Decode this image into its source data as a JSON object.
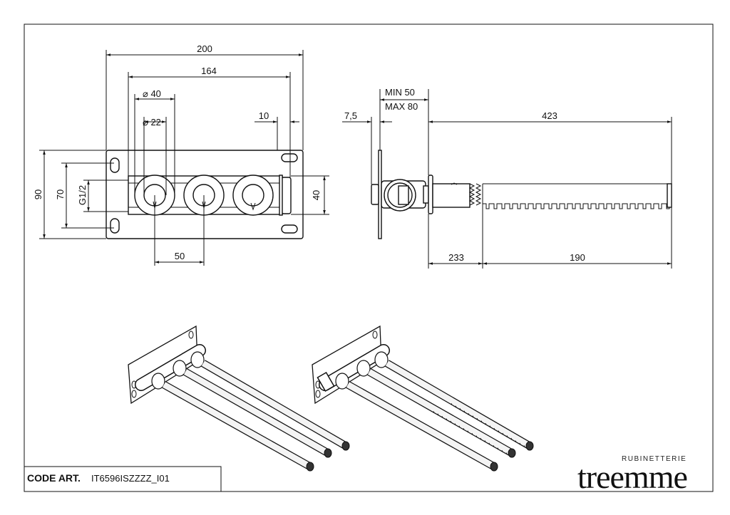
{
  "front_view": {
    "dims": {
      "overall_width": "200",
      "body_width": "164",
      "outer_diameter": "⌀ 40",
      "inner_diameter": "⌀ 22",
      "cap_offset": "10",
      "plate_height": "90",
      "slot_spacing": "70",
      "thread": "G1/2",
      "body_height": "40",
      "valve_spacing": "50"
    }
  },
  "side_view": {
    "dims": {
      "plate_thickness": "7,5",
      "depth_min": "MIN 50",
      "depth_max": "MAX 80",
      "total_length": "423",
      "fixed_length": "233",
      "cut_length": "190"
    }
  },
  "title_block": {
    "code_label": "CODE ART.",
    "code_value": "IT6596ISZZZZ_I01"
  },
  "brand": {
    "name": "treemme",
    "subtitle": "RUBINETTERIE"
  }
}
